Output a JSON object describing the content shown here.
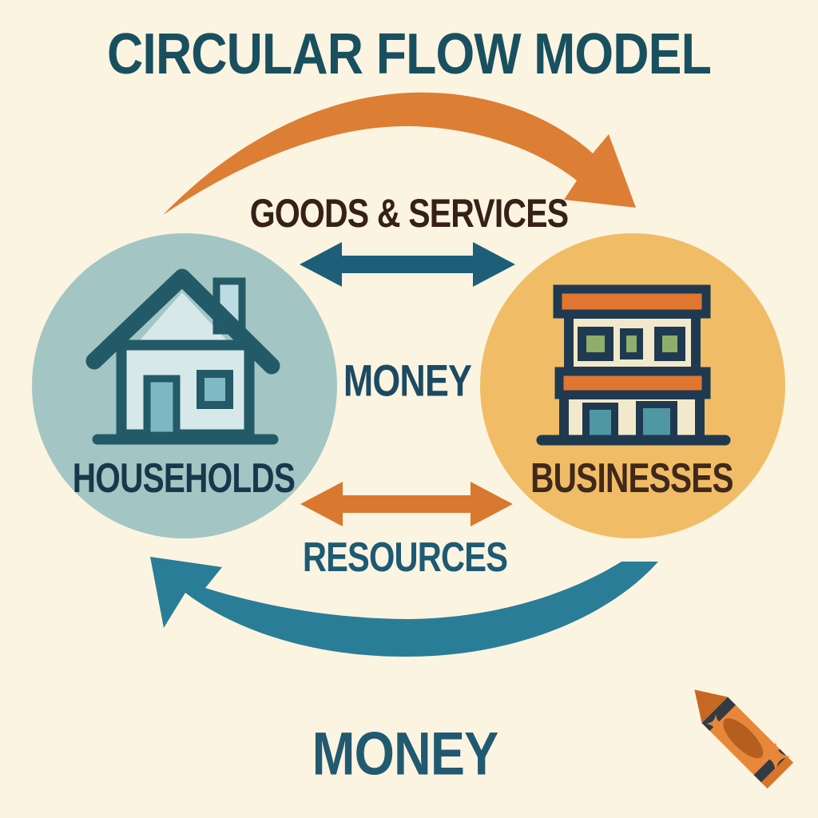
{
  "title": "CIRCULAR FLOW MODEL",
  "nodes": {
    "households": {
      "label": "HOUSEHOLDS"
    },
    "businesses": {
      "label": "BUSINESSES"
    }
  },
  "flows": {
    "goods_services": "GOODS & SERVICES",
    "money_top": "MONEY",
    "resources": "RESOURCES",
    "money_bottom": "MONEY"
  },
  "palette": {
    "background": "#fbf4e1",
    "orange_arc": "#dd7e35",
    "orange_arrow": "#d9782e",
    "teal_arc": "#2a7d96",
    "teal_arrow": "#1d5f78",
    "title_color": "#19505f",
    "goods_text": "#362017",
    "money_mid_color": "#1d4a63",
    "households_circle": "#a3c6c4",
    "businesses_circle": "#f0bd66",
    "households_text": "#16384a",
    "businesses_text": "#40281b",
    "resources_color": "#1d5a74",
    "money_bottom_color": "#215a70"
  }
}
